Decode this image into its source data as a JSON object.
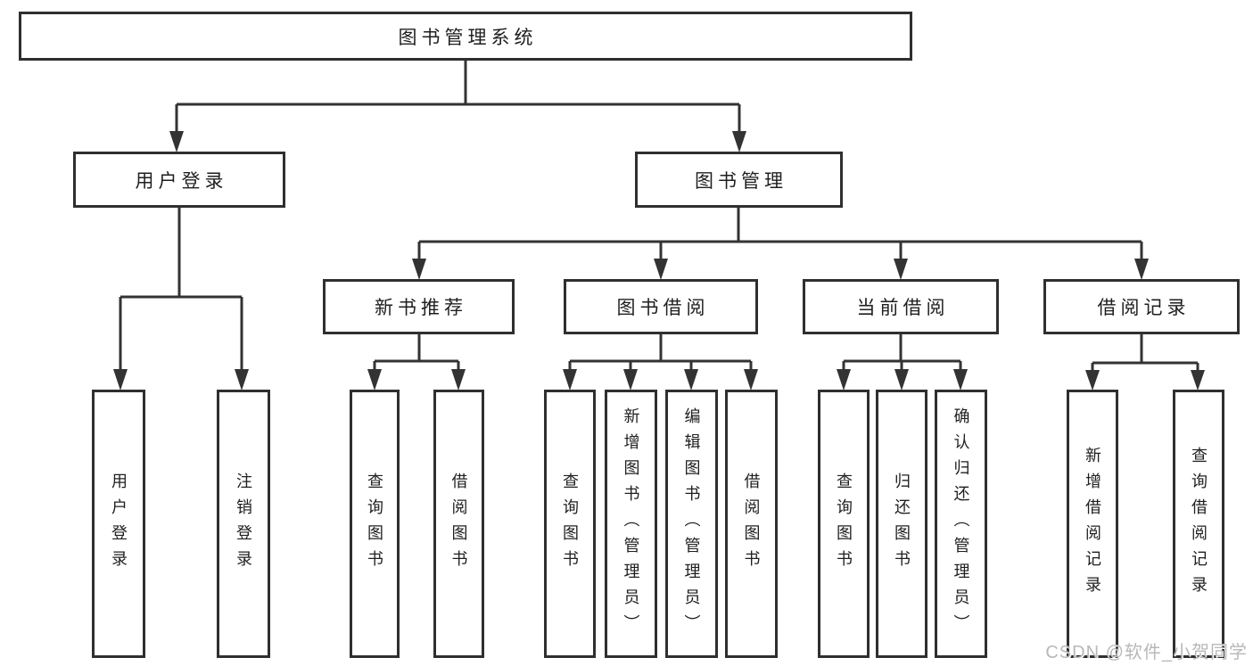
{
  "diagram_type": "hierarchy",
  "tree": {
    "label": "图书管理系统",
    "children": [
      {
        "label": "用户登录",
        "children": [
          {
            "label": "用户登录"
          },
          {
            "label": "注销登录"
          }
        ]
      },
      {
        "label": "图书管理",
        "children": [
          {
            "label": "新书推荐",
            "children": [
              {
                "label": "查询图书"
              },
              {
                "label": "借阅图书"
              }
            ]
          },
          {
            "label": "图书借阅",
            "children": [
              {
                "label": "查询图书"
              },
              {
                "label": "新增图书（管理员）"
              },
              {
                "label": "编辑图书（管理员）"
              },
              {
                "label": "借阅图书"
              }
            ]
          },
          {
            "label": "当前借阅",
            "children": [
              {
                "label": "查询图书"
              },
              {
                "label": "归还图书"
              },
              {
                "label": "确认归还（管理员）"
              }
            ]
          },
          {
            "label": "借阅记录",
            "children": [
              {
                "label": "新增借阅记录"
              },
              {
                "label": "查询借阅记录"
              }
            ]
          }
        ]
      }
    ]
  },
  "watermark": {
    "text": "CSDN @软件_小贺同学",
    "color": "#b8b8b8"
  },
  "colors": {
    "background": "#ffffff",
    "line": "#333333",
    "text": "#1f1f1f"
  }
}
